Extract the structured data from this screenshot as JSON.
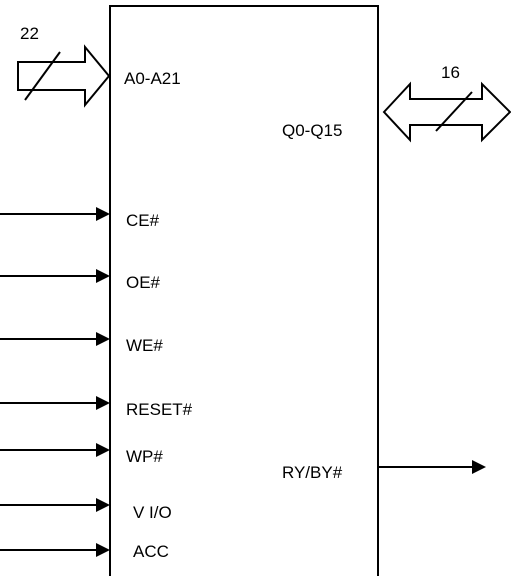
{
  "block": {
    "outline_color": "#000000"
  },
  "address_bus": {
    "label": "A0-A21",
    "width_label": "22"
  },
  "data_bus": {
    "label": "Q0-Q15",
    "width_label": "16"
  },
  "inputs": [
    {
      "label": "CE#"
    },
    {
      "label": "OE#"
    },
    {
      "label": "WE#"
    },
    {
      "label": "RESET#"
    },
    {
      "label": "WP#"
    },
    {
      "label": "V I/O"
    },
    {
      "label": "ACC"
    }
  ],
  "outputs": [
    {
      "label": "RY/BY#"
    }
  ]
}
